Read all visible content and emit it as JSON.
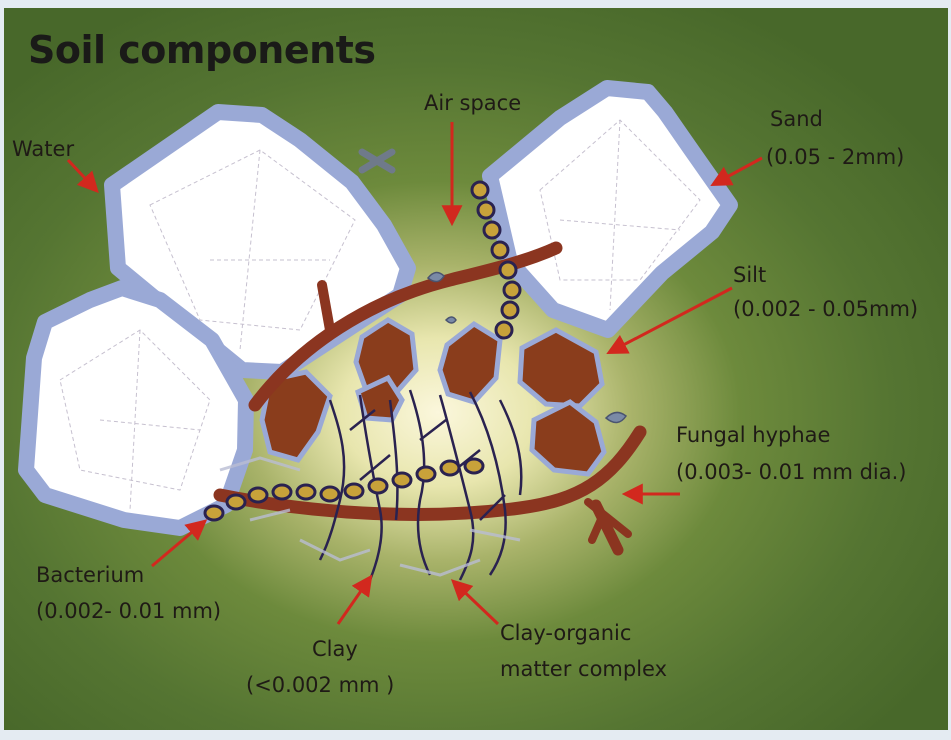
{
  "title": "Soil components",
  "labels": {
    "water": "Water",
    "air_space": "Air space",
    "sand": "Sand",
    "sand_size": "(0.05 - 2mm)",
    "silt": "Silt",
    "silt_size": "(0.002 - 0.05mm)",
    "fungal_hyphae": "Fungal hyphae",
    "fungal_hyphae_size": "(0.003- 0.01 mm dia.)",
    "bacterium": "Bacterium",
    "bacterium_size": "(0.002- 0.01 mm)",
    "clay": "Clay",
    "clay_size": "(<0.002 mm )",
    "clay_organic_1": "Clay-organic",
    "clay_organic_2": "matter complex"
  },
  "colors": {
    "background_green": "#4f6e2a",
    "glow": "#f3f0cf",
    "water_film": "#9aa9d6",
    "sand_grain": "#ffffff",
    "silt_particle": "#8a3d1c",
    "hyphae": "#8b3520",
    "bacterium": "#c8a23a",
    "arrow": "#d2281e",
    "clay_strands": "#2a2250"
  }
}
